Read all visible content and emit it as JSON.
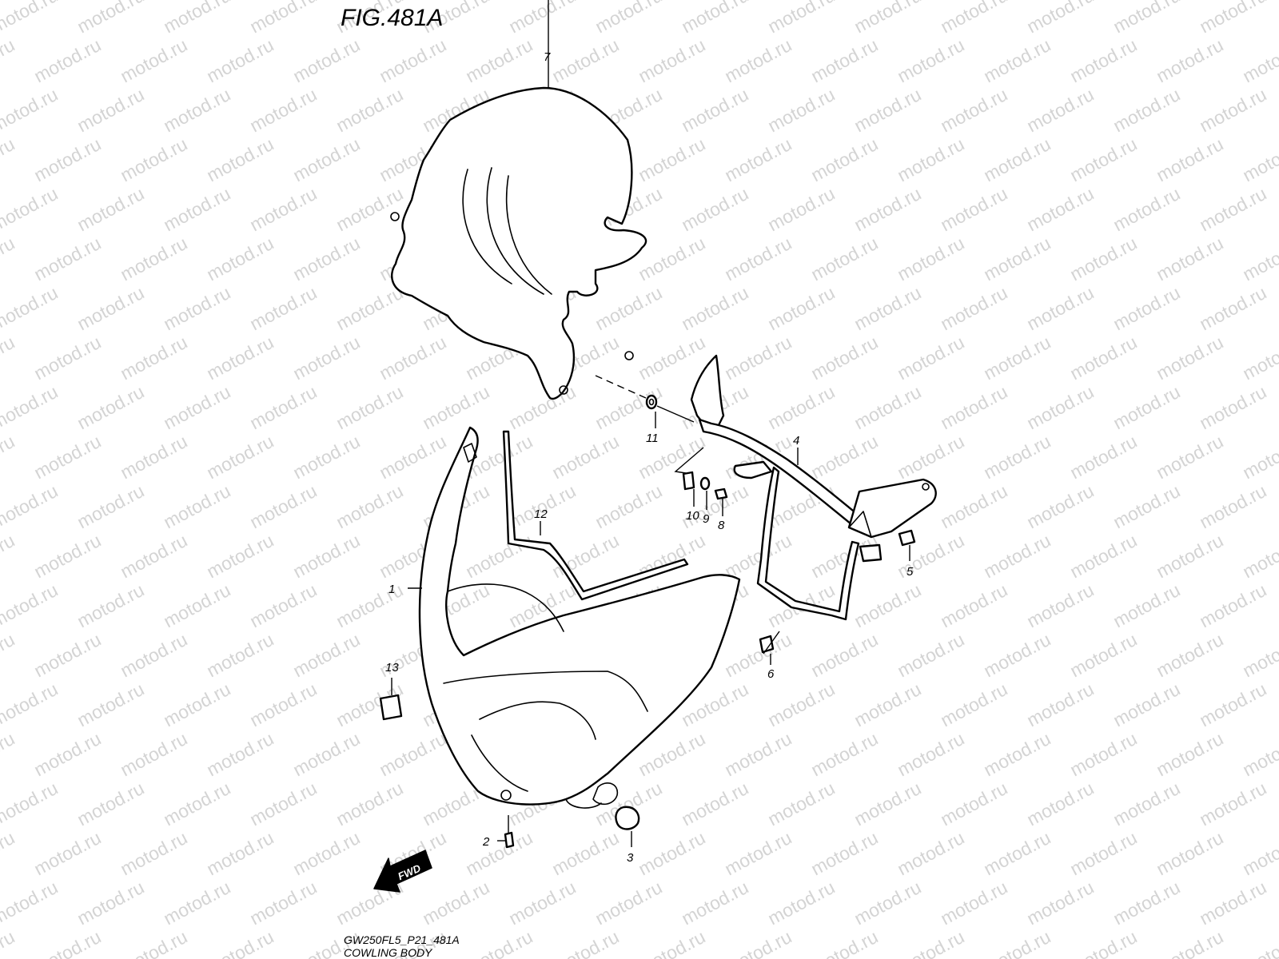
{
  "figure": {
    "title": "FIG.481A",
    "code": "GW250FL5_P21_481A",
    "name": "COWLING BODY"
  },
  "watermark": {
    "text": "motod.ru",
    "color": "#d4d4d4"
  },
  "fwd_label": "FWD",
  "callouts": [
    "1",
    "2",
    "3",
    "4",
    "5",
    "6",
    "7",
    "8",
    "9",
    "10",
    "11",
    "12",
    "13"
  ]
}
